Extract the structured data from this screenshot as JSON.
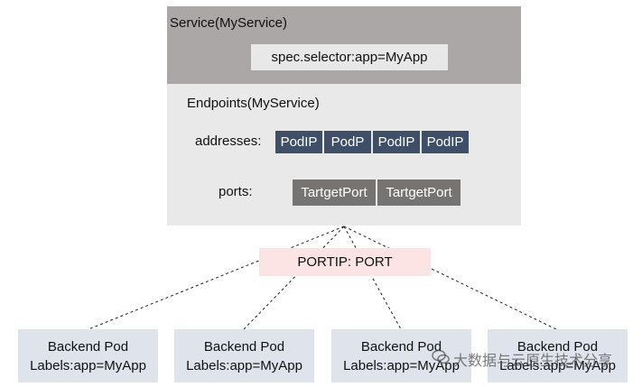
{
  "service": {
    "title": "Service(MyService)",
    "selector": "spec.selector:app=MyApp"
  },
  "endpoints": {
    "title": "Endpoints(MyService)",
    "addresses_label": "addresses:",
    "addresses": [
      "PodIP",
      "PodP",
      "PodIP",
      "PodIP"
    ],
    "ports_label": "ports:",
    "ports": [
      "TartgetPort",
      "TartgetPort"
    ]
  },
  "proxy": {
    "label": "PORTIP: PORT"
  },
  "pods": [
    {
      "name": "Backend Pod",
      "labels": "Labels:app=MyApp"
    },
    {
      "name": "Backend Pod",
      "labels": "Labels:app=MyApp"
    },
    {
      "name": "Backend Pod",
      "labels": "Labels:app=MyApp"
    },
    {
      "name": "Backend Pod",
      "labels": "Labels:app=MyApp"
    }
  ],
  "watermark": {
    "text": "大数据与云原生技术分享",
    "icon": "wechat-icon"
  },
  "colors": {
    "service_bg": "#aba7a6",
    "endpoints_bg": "#e9e9e9",
    "pod_ip_bg": "#3f4f67",
    "target_port_bg": "#767373",
    "proxy_bg": "#fde4e4",
    "pod_bg": "#dfe3ec"
  }
}
